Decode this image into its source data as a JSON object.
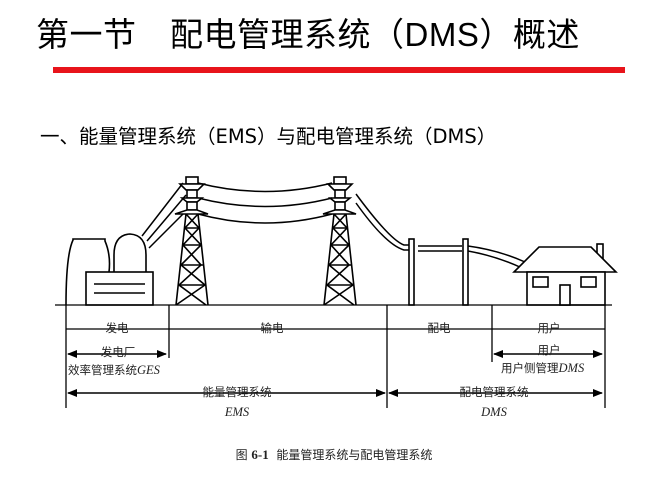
{
  "slide": {
    "title": "第一节 配电管理系统（DMS）概述",
    "title_parts": [
      "第一节　配电管理系统（",
      "DMS",
      "）概述"
    ],
    "accent_color": "#e8141b",
    "subtitle": "一、能量管理系统（EMS）与配电管理系统（DMS）"
  },
  "diagram": {
    "stages": [
      {
        "label": "发电"
      },
      {
        "label": "输电"
      },
      {
        "label": "配电"
      },
      {
        "label": "用户"
      }
    ],
    "spans": {
      "ges": {
        "line1": "发电厂",
        "line2_cn": "效率管理系统",
        "line2_abbr": "GES"
      },
      "user_dms": {
        "line1": "用户",
        "line2_cn": "用户侧管理",
        "line2_abbr": "DMS"
      },
      "ems": {
        "line1": "能量管理系统",
        "abbr": "EMS"
      },
      "dms": {
        "line1": "配电管理系统",
        "abbr": "DMS"
      }
    },
    "pictograms": [
      "power-plant",
      "transmission-tower",
      "transmission-tower",
      "utility-pole",
      "utility-pole",
      "house"
    ]
  },
  "caption": {
    "prefix": "图",
    "number": "6-1",
    "text": "能量管理系统与配电管理系统"
  }
}
